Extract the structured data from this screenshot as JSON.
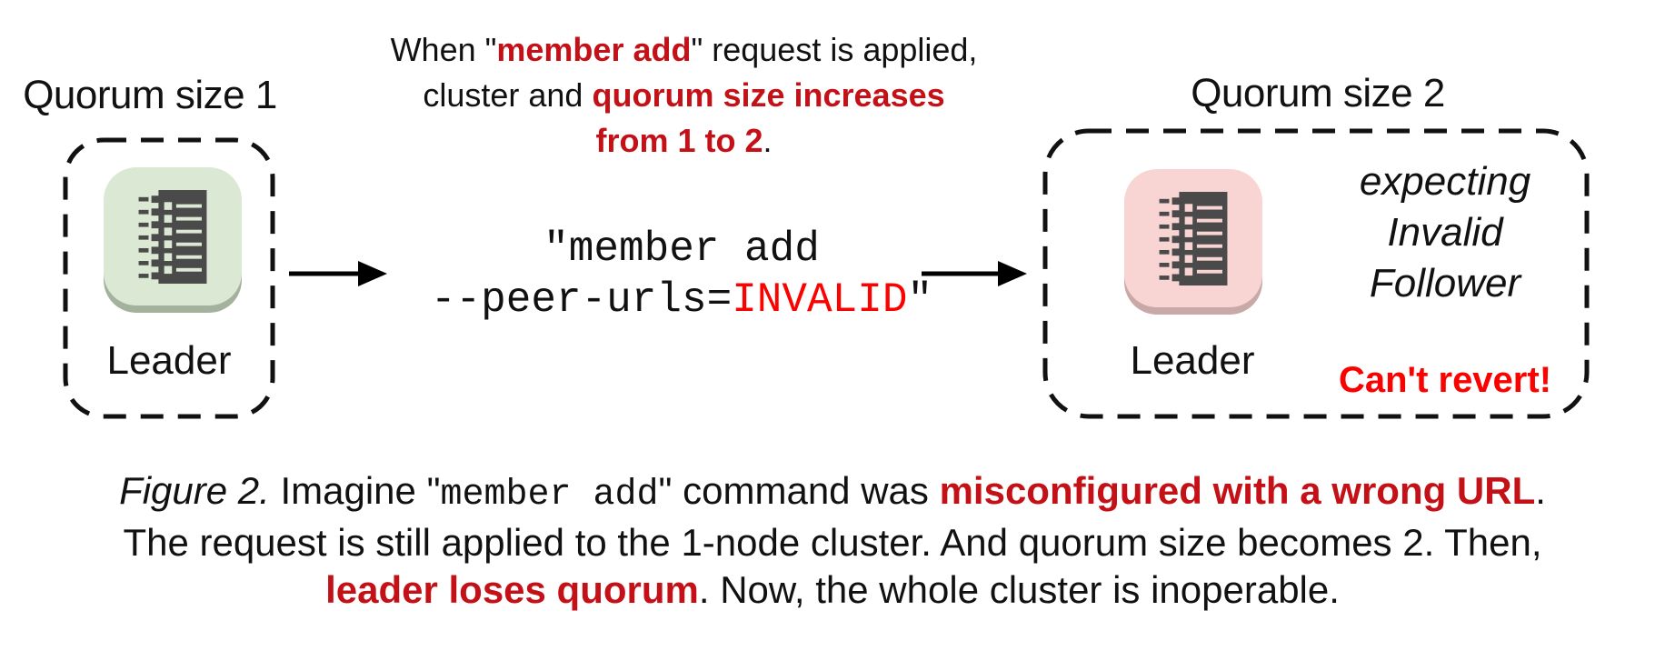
{
  "figure": {
    "left_group": {
      "title": "Quorum size 1",
      "node_label": "Leader"
    },
    "annotation": {
      "l1a": "When \"",
      "l1b": "member add",
      "l1c": "\" request is applied,",
      "l2a": "cluster and ",
      "l2b": "quorum size increases",
      "l3a": "from 1 to 2",
      "l3b": "."
    },
    "command": {
      "line1": "\"member add",
      "line2a": "--peer-urls=",
      "line2b": "INVALID",
      "line2c": "\""
    },
    "right_group": {
      "title": "Quorum size 2",
      "node_label": "Leader",
      "expect_line1": "expecting",
      "expect_line2": "Invalid",
      "expect_line3": "Follower",
      "warning": "Can't revert!"
    },
    "caption": {
      "fig_label": "Figure 2.",
      "c1a": " Imagine ",
      "c1b": "\"",
      "c1c": "member add",
      "c1d": "\"",
      "c1e": " command was ",
      "c1f": "misconfigured with a wrong URL",
      "c1g": ".",
      "c2": "The request is still applied to the 1-node cluster. And quorum size becomes 2. Then,",
      "c3a": "leader loses quorum",
      "c3b": ". Now, the whole cluster is inoperable."
    },
    "icons": {
      "node_icon": "etcd-member-list-icon",
      "arrow_icon": "arrow-right-icon"
    },
    "colors": {
      "highlight_crimson": "#c41117",
      "highlight_bright_red": "#fb0200",
      "icon_green_bg": "#dbe8d3",
      "icon_green_shadow": "#a4b29d",
      "icon_pink_bg": "#f8d5d3",
      "icon_pink_shadow": "#c9a9a8",
      "icon_glyph": "#4a4a4a",
      "boundary_stroke": "#111111"
    }
  }
}
